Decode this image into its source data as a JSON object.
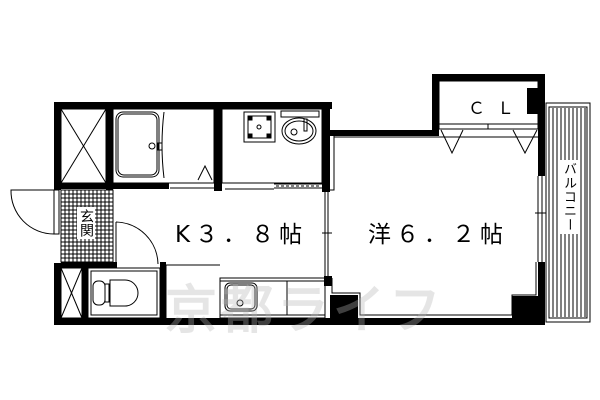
{
  "floorplan": {
    "rooms": {
      "kitchen": {
        "label": "K３．８帖",
        "type": "K",
        "size_jo": 3.8
      },
      "western": {
        "label": "洋６．２帖",
        "type": "洋",
        "size_jo": 6.2
      },
      "closet": {
        "label": "ＣＬ"
      },
      "balcony": {
        "label": "バルコニー"
      },
      "entrance": {
        "label": "玄関"
      }
    },
    "fixtures": [
      "storage-x-top",
      "bathtub",
      "washbasin",
      "washing-machine-pan",
      "toilet",
      "storage-x-bottom",
      "kitchen-sink",
      "entry-door",
      "closet-doors"
    ],
    "watermark": "京都ライフ",
    "colors": {
      "wall": "#000000",
      "background": "#ffffff",
      "watermark": "#c8c8c8"
    }
  }
}
